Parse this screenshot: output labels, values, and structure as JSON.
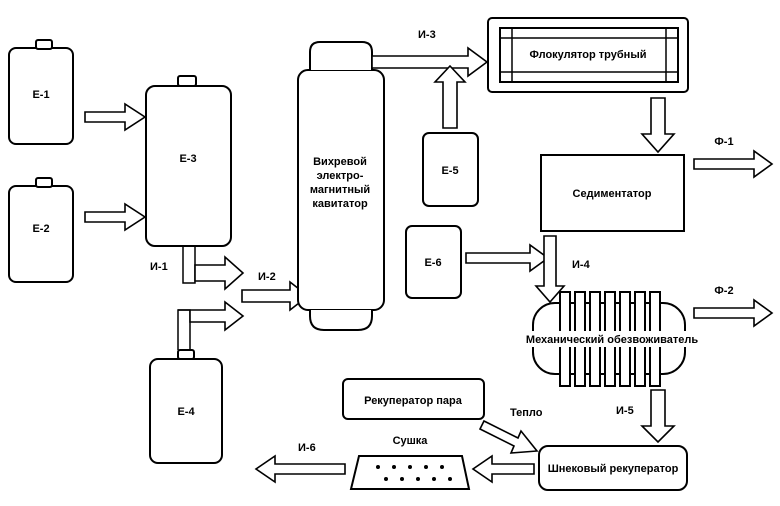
{
  "colors": {
    "stroke": "#000000",
    "fill": "#ffffff",
    "text": "#000000"
  },
  "tanks": {
    "e1": "Е-1",
    "e2": "Е-2",
    "e3": "Е-3",
    "e4": "Е-4",
    "e5": "Е-5",
    "e6": "Е-6"
  },
  "units": {
    "cavitator": [
      "Вихревой",
      "электро-",
      "магнитный",
      "кавитатор"
    ],
    "flocculator": "Флокулятор трубный",
    "sedimentator": "Седиментатор",
    "dewaterer": "Механический обезвоживатель",
    "steam_recuperator": "Рекуператор пара",
    "screw_recuperator": "Шнековый рекуператор",
    "dryer": "Сушка"
  },
  "flows": {
    "i1": "И-1",
    "i2": "И-2",
    "i3": "И-3",
    "i4": "И-4",
    "i5": "И-5",
    "i6": "И-6",
    "f1": "Ф-1",
    "f2": "Ф-2",
    "heat": "Тепло"
  }
}
